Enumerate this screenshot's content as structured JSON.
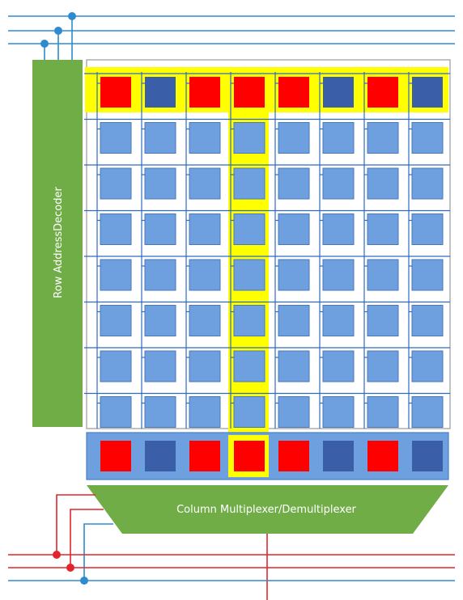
{
  "labels": {
    "row_decoder": "Row AddressDecoder",
    "column_mux": "Column Multiplexer/Demultiplexer"
  },
  "colors": {
    "wire_blue": "#2e8bd0",
    "wire_red": "#e0262b",
    "decoder_green": "#70ad47",
    "cell_light": "#6ea0df",
    "cell_dark": "#3a5ea8",
    "bit_one": "#ff0000",
    "highlight": "#ffff00",
    "buffer_bg": "#6ea0df",
    "grid": "#2e6bc0"
  },
  "memory": {
    "rows": 8,
    "columns": 8,
    "selected_row": 0,
    "selected_column": 3,
    "selected_row_bits": [
      1,
      0,
      1,
      1,
      1,
      0,
      1,
      0
    ],
    "buffer_bits": [
      1,
      0,
      1,
      1,
      1,
      0,
      1,
      0
    ]
  }
}
